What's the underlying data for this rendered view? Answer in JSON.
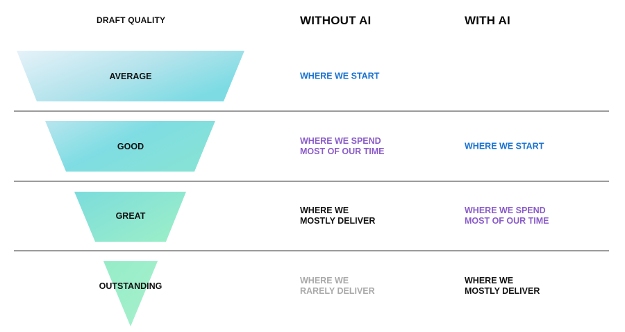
{
  "headers": {
    "quality": "DRAFT QUALITY",
    "without_ai": "WITHOUT AI",
    "with_ai": "WITH AI"
  },
  "colors": {
    "start_blue": "#1a73d0",
    "spend_purple": "#8a5cc9",
    "deliver_black": "#111111",
    "rarely_gray": "#a9a9a9",
    "divider": "#9b9b9b"
  },
  "tiers": [
    {
      "label": "AVERAGE",
      "without_ai": {
        "lines": [
          "WHERE WE START"
        ],
        "tone": "start"
      },
      "with_ai": {
        "lines": [],
        "tone": ""
      }
    },
    {
      "label": "GOOD",
      "without_ai": {
        "lines": [
          "WHERE WE SPEND",
          "MOST OF OUR TIME"
        ],
        "tone": "spend"
      },
      "with_ai": {
        "lines": [
          "WHERE WE START"
        ],
        "tone": "start"
      }
    },
    {
      "label": "GREAT",
      "without_ai": {
        "lines": [
          "WHERE WE",
          "MOSTLY DELIVER"
        ],
        "tone": "deliver"
      },
      "with_ai": {
        "lines": [
          "WHERE WE SPEND",
          "MOST OF OUR TIME"
        ],
        "tone": "spend"
      }
    },
    {
      "label": "OUTSTANDING",
      "without_ai": {
        "lines": [
          "WHERE WE",
          "RARELY DELIVER"
        ],
        "tone": "rarely"
      },
      "with_ai": {
        "lines": [
          "WHERE WE",
          "MOSTLY DELIVER"
        ],
        "tone": "deliver"
      }
    }
  ]
}
